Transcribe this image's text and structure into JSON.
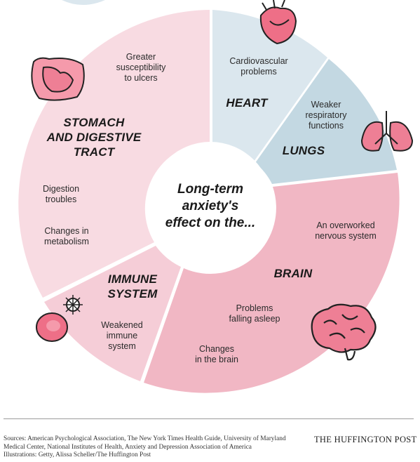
{
  "center_label": [
    "Long-term",
    "anxiety's",
    "effect on the..."
  ],
  "segments": {
    "heart": {
      "title": "HEART",
      "effects": [
        [
          "Cardiovascular",
          "problems"
        ]
      ],
      "color": "#dbe7ee"
    },
    "lungs": {
      "title": "LUNGS",
      "effects": [
        [
          "Weaker",
          "respiratory",
          "functions"
        ]
      ],
      "color": "#c3d8e2"
    },
    "brain": {
      "title": "BRAIN",
      "effects": [
        [
          "An overworked",
          "nervous system"
        ],
        [
          "Problems",
          "falling asleep"
        ],
        [
          "Changes",
          "in the brain"
        ]
      ],
      "color": "#f1b7c4"
    },
    "immune": {
      "title": [
        "IMMUNE",
        "SYSTEM"
      ],
      "effects": [
        [
          "Weakened",
          "immune",
          "system"
        ]
      ],
      "color": "#f5cdd7"
    },
    "stomach": {
      "title": [
        "STOMACH",
        "AND DIGESTIVE",
        "TRACT"
      ],
      "effects": [
        [
          "Greater",
          "susceptibility",
          "to ulcers"
        ],
        [
          "Digestion",
          "troubles"
        ],
        [
          "Changes in",
          "metabolism"
        ]
      ],
      "color": "#f8dbe2"
    }
  },
  "icons": [
    "heart-icon",
    "lungs-icon",
    "brain-icon",
    "blood-cell-icon",
    "stomach-icon"
  ],
  "footer": {
    "sources": [
      "Sources: American Psychological Association, The New York Times Health Guide, University of Maryland",
      "Medical Center, National Institutes of Health, Anxiety and Depression Association of America",
      "Illustrations: Getty, Alissa Scheller/The Huffington Post"
    ],
    "brand": "THE HUFFINGTON POST"
  }
}
